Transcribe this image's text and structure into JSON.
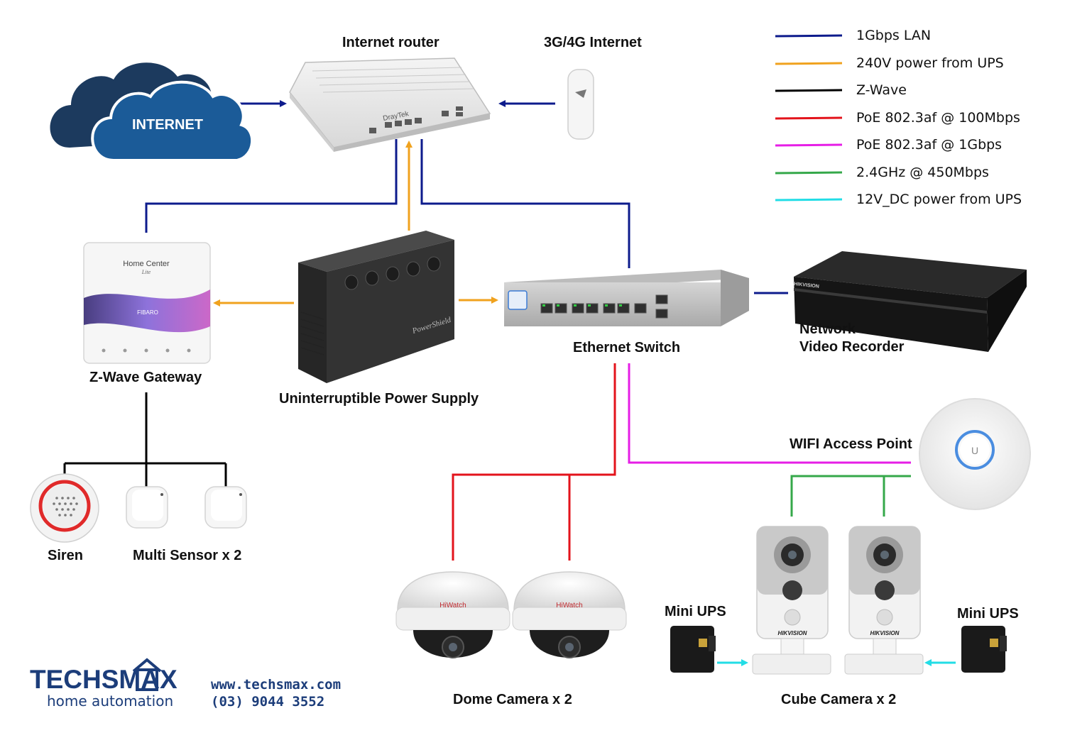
{
  "colors": {
    "lan": "#0d1b8c",
    "power_240v": "#f0a21e",
    "zwave": "#000000",
    "poe_100": "#e3131b",
    "poe_1g": "#e61ee6",
    "wifi": "#35a84a",
    "dc_12v": "#22dde6",
    "brand": "#1c3d7a",
    "cloud_dark": "#1c3a5e",
    "cloud_light": "#1b5b98"
  },
  "legend": [
    {
      "label": "1Gbps LAN",
      "color": "#0d1b8c"
    },
    {
      "label": "240V power from UPS",
      "color": "#f0a21e"
    },
    {
      "label": "Z-Wave",
      "color": "#000000"
    },
    {
      "label": "PoE 802.3af @ 100Mbps",
      "color": "#e3131b"
    },
    {
      "label": "PoE 802.3af @ 1Gbps",
      "color": "#e61ee6"
    },
    {
      "label": "2.4GHz @ 450Mbps",
      "color": "#35a84a"
    },
    {
      "label": "12V_DC power from UPS",
      "color": "#22dde6"
    }
  ],
  "nodes": {
    "internet": "INTERNET",
    "router": "Internet router",
    "modem": "3G/4G Internet",
    "gateway": "Z-Wave Gateway",
    "gateway_screen": "Home Center",
    "gateway_screen_sub": "Lite",
    "gateway_brand": "FIBARO",
    "ups": "Uninterruptible Power Supply",
    "switch": "Ethernet Switch",
    "nvr_line1": "Network",
    "nvr_line2": "Video Recorder",
    "ap": "WIFI Access Point",
    "siren": "Siren",
    "sensor": "Multi Sensor x 2",
    "dome": "Dome Camera x 2",
    "cube": "Cube Camera x 2",
    "mini_ups_left": "Mini UPS",
    "mini_ups_right": "Mini UPS"
  },
  "device_text": {
    "dome_brand": "HiWatch",
    "cube_brand": "HIKVISION",
    "router_brand": "DrayTek",
    "ups_brand": "PowerShield",
    "nvr_brand": "HIKVISION"
  },
  "brand": {
    "name": "TECHSMAX",
    "tagline": "home automation",
    "website": "www.techsmax.com",
    "phone": "(03) 9044 3552"
  }
}
